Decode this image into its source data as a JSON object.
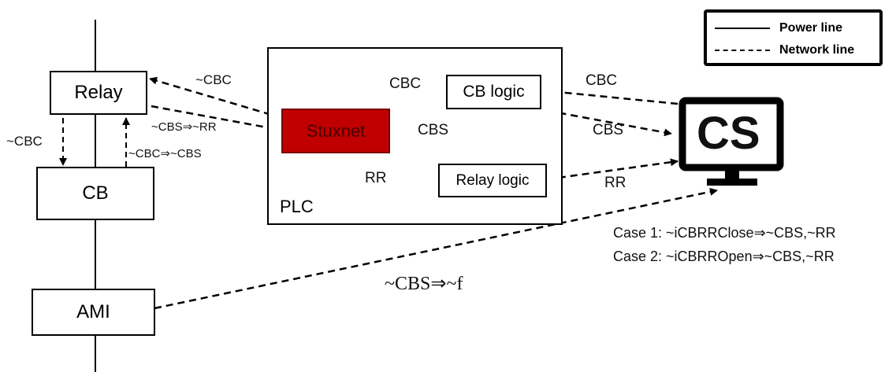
{
  "nodes": {
    "relay": "Relay",
    "cb": "CB",
    "ami": "AMI",
    "plc": "PLC",
    "stuxnet": "Stuxnet",
    "cb_logic": "CB logic",
    "relay_logic": "Relay logic",
    "cs": "CS"
  },
  "legend": {
    "power": "Power line",
    "network": "Network line"
  },
  "edge_labels": {
    "relay_to_stuxnet_ncbc": "~CBC",
    "relay_to_stuxnet_rule": "~CBS⇒~RR",
    "relay_to_cb": "~CBC",
    "cb_to_relay": "~CBC⇒~CBS",
    "cblogic_to_stuxnet": "CBC",
    "stuxnet_to_cblogic": "CBS",
    "stuxnet_to_relaylogic": "RR",
    "cs_to_cblogic": "CBC",
    "cblogic_to_cs": "CBS",
    "relaylogic_to_cs": "RR",
    "ami_to_cs": "~CBS⇒~f"
  },
  "cases": {
    "case1": "Case 1: ~iCBRRClose⇒~CBS,~RR",
    "case2": "Case 2: ~iCBRROpen⇒~CBS,~RR"
  },
  "colors": {
    "stuxnet_fill": "#c00000",
    "stroke": "#000000"
  }
}
